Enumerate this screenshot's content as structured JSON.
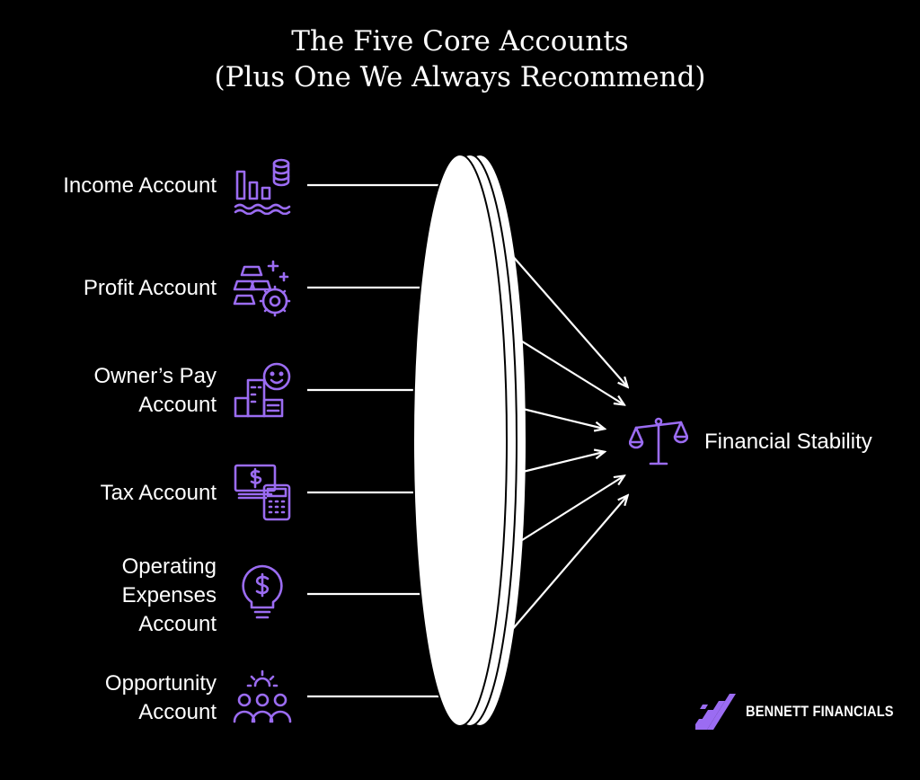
{
  "title": {
    "line1": "The Five Core Accounts",
    "line2": "(Plus One We Always Recommend)"
  },
  "colors": {
    "background": "#000000",
    "accent": "#9b6cf2",
    "foreground": "#ffffff"
  },
  "accounts": [
    {
      "label_lines": [
        "Income Account"
      ],
      "icon": "income-chart-coins-icon"
    },
    {
      "label_lines": [
        "Profit Account"
      ],
      "icon": "gold-bars-gear-icon"
    },
    {
      "label_lines": [
        "Owner’s Pay",
        "Account"
      ],
      "icon": "owner-building-person-icon"
    },
    {
      "label_lines": [
        "Tax Account"
      ],
      "icon": "cash-calculator-icon"
    },
    {
      "label_lines": [
        "Operating",
        "Expenses",
        "Account"
      ],
      "icon": "dollar-lightbulb-icon"
    },
    {
      "label_lines": [
        "Opportunity",
        "Account"
      ],
      "icon": "team-idea-icon"
    }
  ],
  "result": {
    "label": "Financial Stability",
    "icon": "balance-scale-icon"
  },
  "brand": {
    "name": "BENNETT FINANCIALS",
    "icon": "brand-slash-logo-icon"
  }
}
